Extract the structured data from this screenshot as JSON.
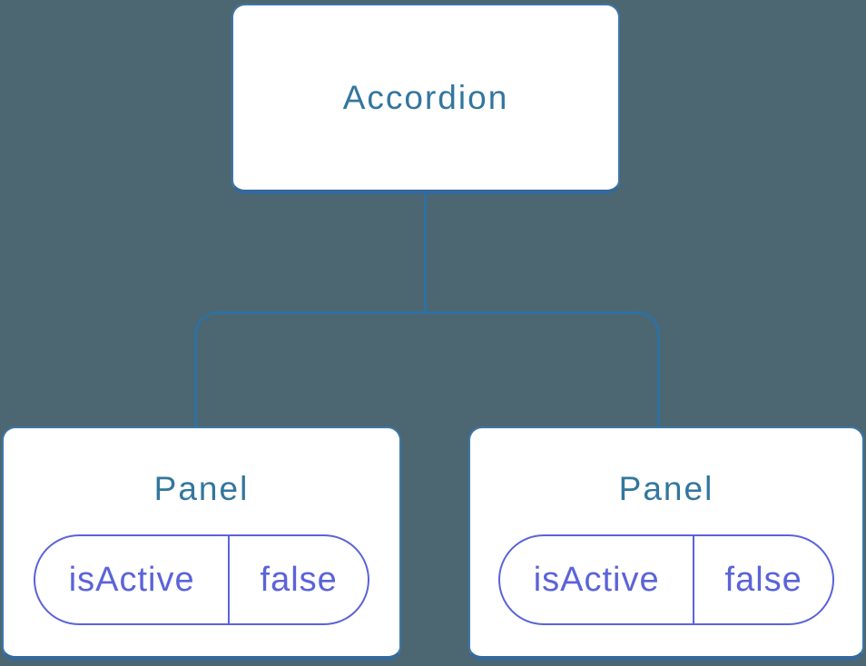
{
  "diagram": {
    "root": {
      "label": "Accordion"
    },
    "panels": [
      {
        "label": "Panel",
        "state": {
          "name": "isActive",
          "value": "false"
        }
      },
      {
        "label": "Panel",
        "state": {
          "name": "isActive",
          "value": "false"
        }
      }
    ]
  },
  "colors": {
    "background": "#4c6771",
    "box_fill": "#ffffff",
    "box_border": "#3d77a9",
    "box_border_bottom": "#35699c",
    "title_text": "#33769e",
    "connector": "#2e71a1",
    "state_accent": "#5b63d9"
  }
}
